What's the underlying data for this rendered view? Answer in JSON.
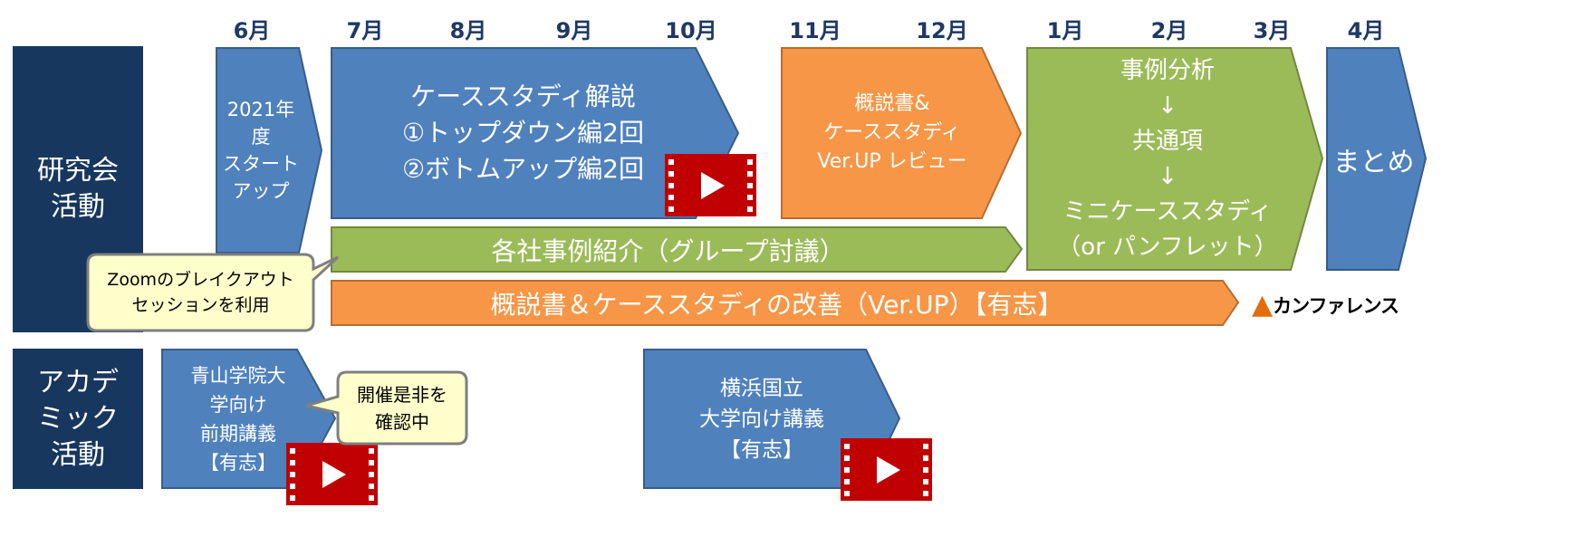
{
  "months": [
    "6月",
    "7月",
    "8月",
    "9月",
    "10月",
    "11月",
    "12月",
    "1月",
    "2月",
    "3月",
    "4月"
  ],
  "rows": {
    "research": "研究会\n活動",
    "academic": "アカデ\nミック\n活動"
  },
  "blocks": {
    "startup": "2021年\n度\nスタート\nアップ",
    "case_study": "ケーススタディ解説\n①トップダウン編2回\n②ボトムアップ編2回",
    "overview_review": "概説書&\nケーススタディ\nVer.UP レビュー",
    "case_analysis": "事例分析\n↓\n共通項\n↓\nミニケーススタディ\n（or パンフレット）",
    "summary": "まとめ",
    "company_cases": "各社事例紹介（グループ討議）",
    "improvement": "概説書＆ケーススタディの改善（Ver.UP）【有志】",
    "aoyama": "青山学院大\n学向け\n前期講義\n【有志】",
    "yokohama": "横浜国立\n大学向け講義\n【有志】"
  },
  "callouts": {
    "zoom": "Zoomのブレイクアウト\nセッションを利用",
    "holding": "開催是非を\n確認中"
  },
  "conference": {
    "marker": "▲",
    "label": "カンファレンス"
  },
  "colors": {
    "navy": "#17375e",
    "blue": "#4f81bd",
    "orange": "#f79646",
    "green": "#9bbb59",
    "callout_fill": "#ffffcc",
    "video_red": "#c00000"
  }
}
